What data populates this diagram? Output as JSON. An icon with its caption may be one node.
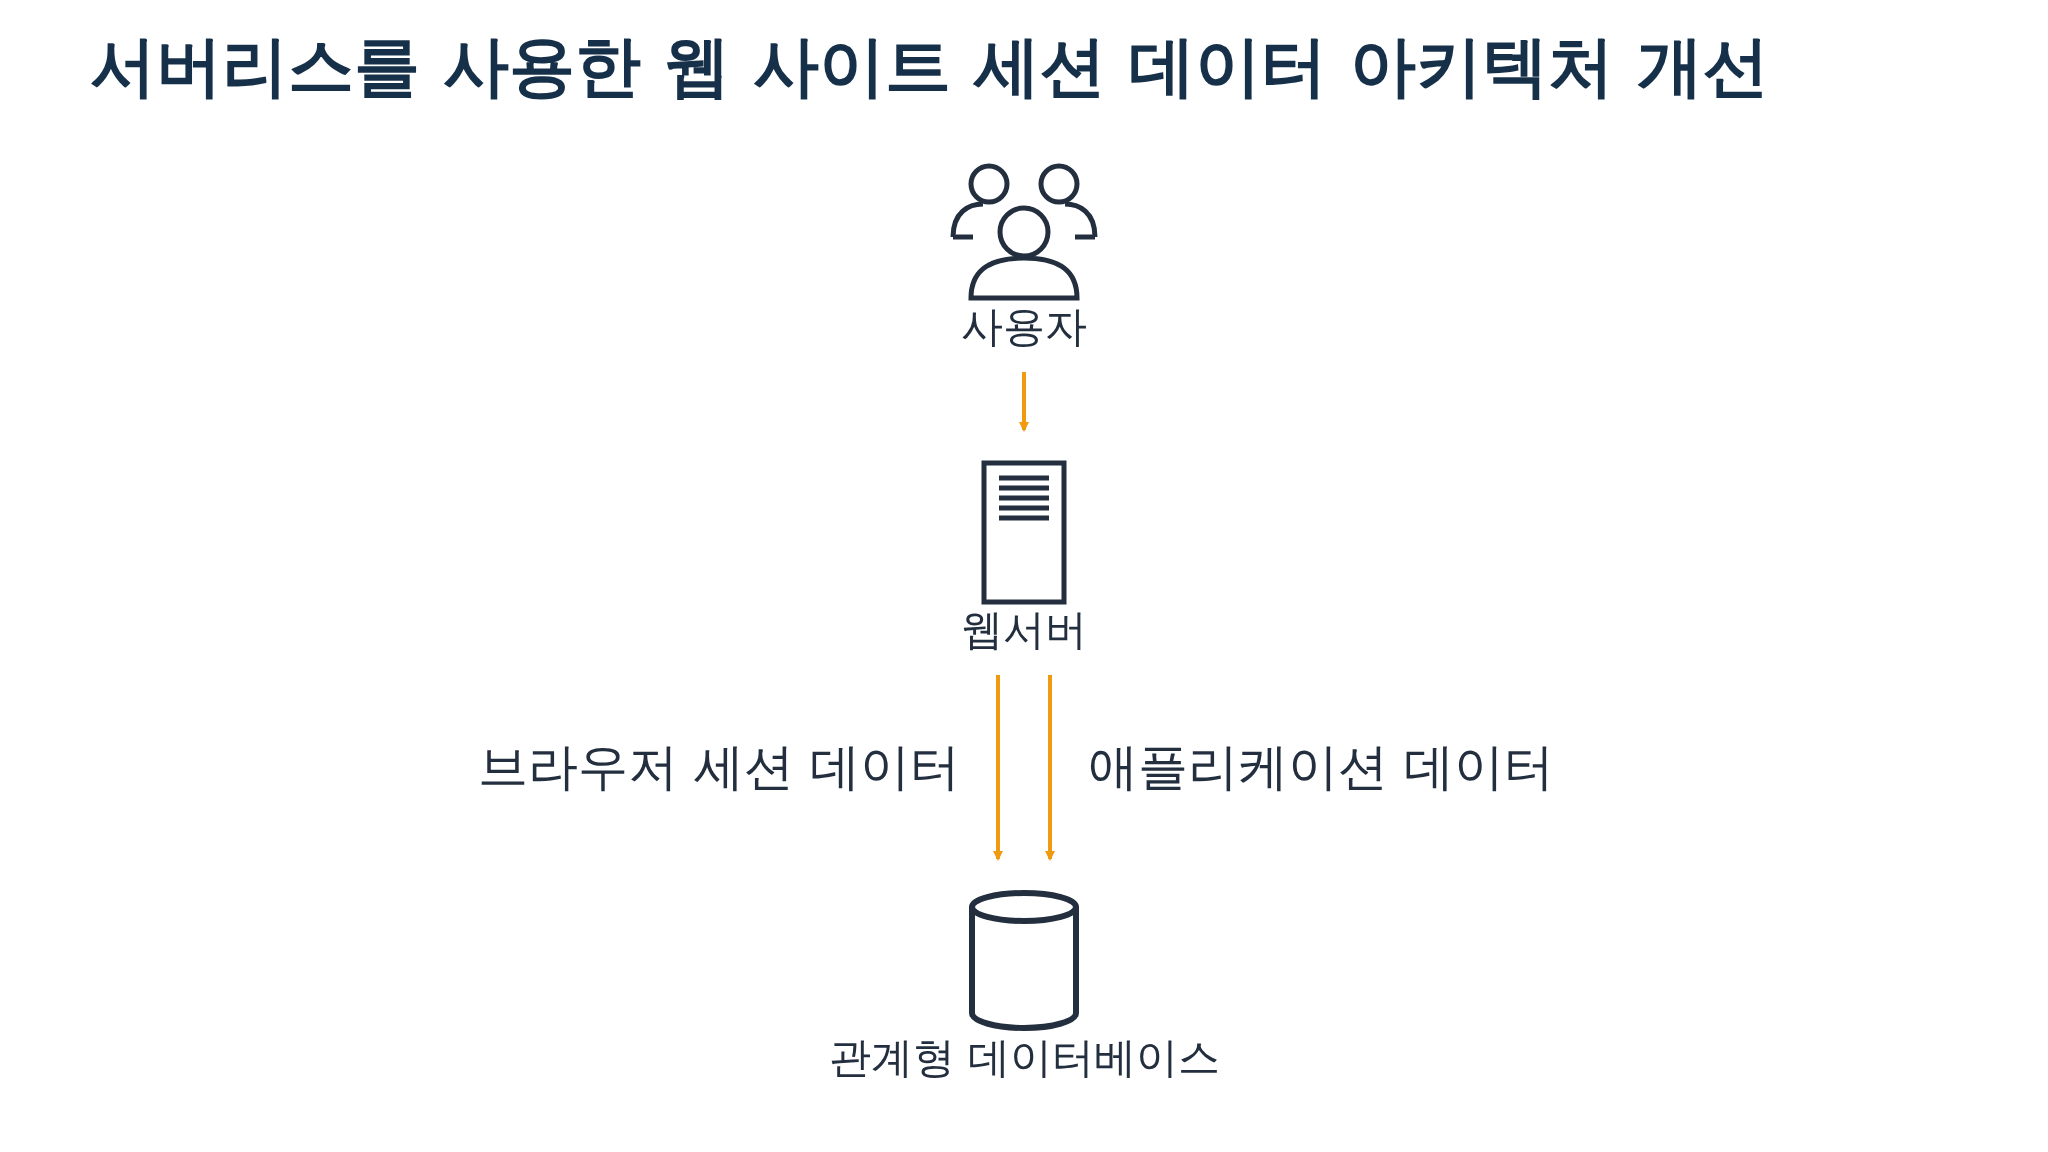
{
  "diagram": {
    "title": "서버리스를 사용한 웹 사이트 세션 데이터 아키텍처 개선",
    "nodes": [
      {
        "text": [
          "사용자"
        ]
      },
      {
        "text": [
          "웹서버"
        ]
      },
      {
        "text": [
          "관계형 데이터베이스"
        ]
      }
    ],
    "edges": [
      {
        "from": 0,
        "to": 1,
        "arrow": "to"
      },
      {
        "from": 1,
        "to": 2,
        "arrow": "to",
        "label": "브라우저 세션 데이터"
      },
      {
        "from": 1,
        "to": 2,
        "arrow": "to",
        "label": "애플리케이션 데이터"
      }
    ]
  }
}
